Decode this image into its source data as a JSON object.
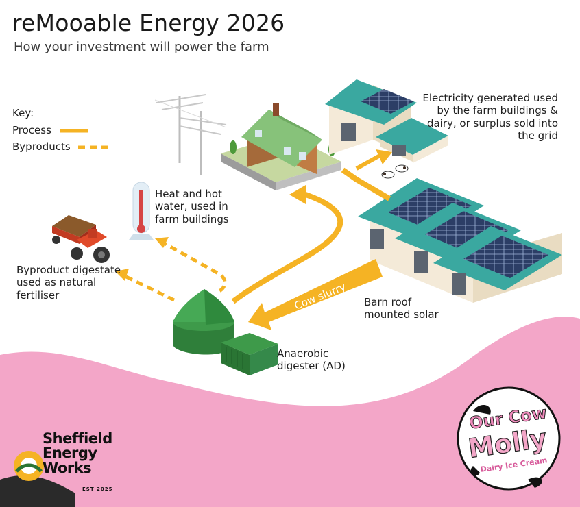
{
  "header": {
    "title": "reMooable Energy 2026",
    "subtitle": "How your investment will power the farm"
  },
  "key": {
    "title": "Key:",
    "process_label": "Process",
    "byproducts_label": "Byproducts"
  },
  "labels": {
    "electricity": "Electricity generated used by the farm buildings & dairy, or surplus sold into the grid",
    "heat": "Heat and hot water, used in farm buildings",
    "digestate": "Byproduct digestate used as natural fertiliser",
    "barn": "Barn roof mounted solar",
    "digester": "Anaerobic digester (AD)",
    "cow_slurry": "Cow slurry"
  },
  "logos": {
    "sheffield_name": "Sheffield Energy Works",
    "sheffield_est": "EST 2025",
    "ourcow_line1": "Our Cow",
    "ourcow_line2": "Molly",
    "ourcow_line3": "Dairy Ice Cream"
  },
  "colors": {
    "flow_orange": "#f5b324",
    "pink_background": "#f3a6c8",
    "roof_teal": "#3aa8a0",
    "digester_green": "#2f7f3a",
    "panel_blue": "#2c3e66"
  }
}
